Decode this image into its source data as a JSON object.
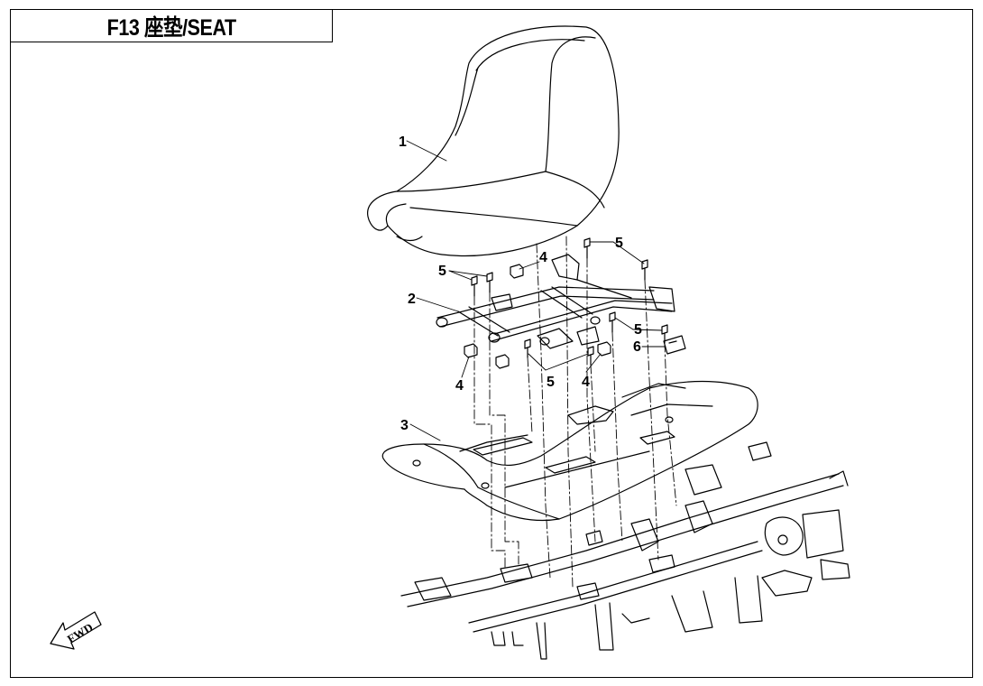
{
  "title": "F13 座垫/SEAT",
  "callouts": {
    "c1": "1",
    "c2": "2",
    "c3": "3",
    "c4a": "4",
    "c4b": "4",
    "c4c": "4",
    "c5a": "5",
    "c5b": "5",
    "c5c": "5",
    "c5d": "5",
    "c6": "6"
  },
  "fwd_label": "FWD",
  "icons": {
    "fwd_arrow": "fwd-arrow-icon"
  },
  "colors": {
    "line": "#000000",
    "background": "#ffffff"
  }
}
